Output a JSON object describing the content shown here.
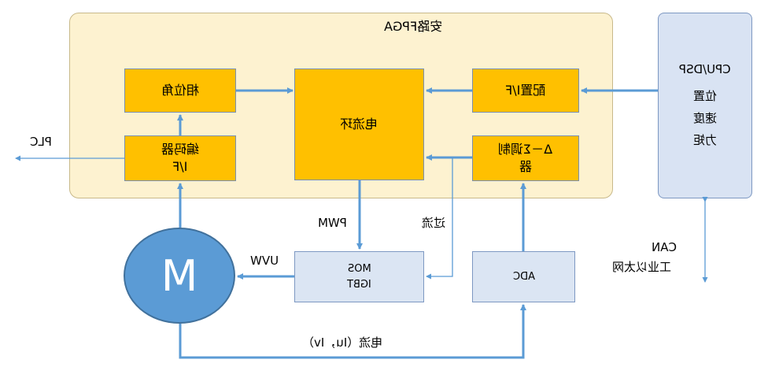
{
  "fpga": {
    "title": "安路FPGA"
  },
  "cpu": {
    "title": "CPU/DSP",
    "line1": "位置",
    "line2": "速度",
    "line3": "力矩"
  },
  "blocks": {
    "phase_angle": "相位角",
    "encoder_line1": "编码器",
    "encoder_line2": "I/F",
    "current_loop": "电流环",
    "config_if": "配置I/F",
    "sigma_delta_line1": "Δ－Σ调制",
    "sigma_delta_line2": "器",
    "mos_line1": "MOS",
    "mos_line2": "IGBT",
    "adc": "ADC",
    "motor": "M"
  },
  "labels": {
    "plc": "PLC",
    "pwm": "PWM",
    "overcurrent": "过流",
    "uvw": "UVW",
    "can": "CAN",
    "ethernet": "工业以太网",
    "current_feedback": "电流（Iu，Iv）"
  },
  "colors": {
    "fpga_panel": "#fdf2d0",
    "cpu_panel": "#d9e3f3",
    "block_yellow": "#ffc000",
    "block_blue": "#dbe5f3",
    "motor": "#5b9bd5",
    "wire": "#5b9bd5",
    "thin_wire": "#9dc3e6"
  }
}
